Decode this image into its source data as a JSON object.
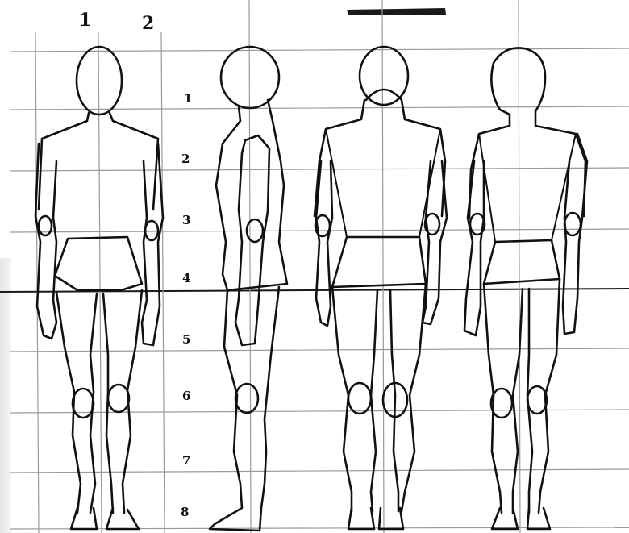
{
  "column_numbers": [
    "1",
    "2"
  ],
  "row_numbers": [
    "1",
    "2",
    "3",
    "4",
    "5",
    "6",
    "7",
    "8"
  ],
  "colors": {
    "ink": "#111111",
    "grid": "#9a9a9a",
    "paper": "#ffffff",
    "header_bar": "#1a1a1a"
  },
  "views": [
    "front",
    "side",
    "back",
    "back-three-quarter"
  ]
}
